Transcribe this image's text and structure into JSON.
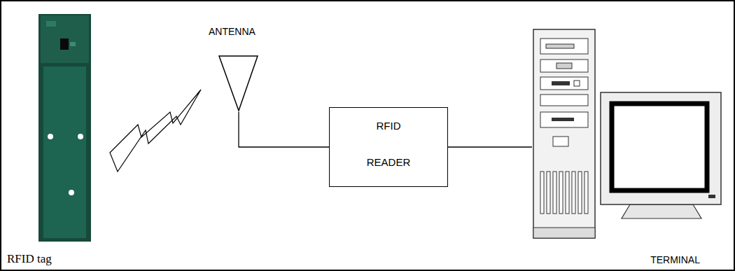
{
  "diagram": {
    "nodes": [
      {
        "text": [
          "RFID tag"
        ]
      },
      {
        "text": [
          "ANTENNA"
        ]
      },
      {
        "text": [
          "RFID READER"
        ]
      },
      {
        "text": [
          "TERMINAL"
        ]
      }
    ],
    "edges": [
      {
        "from": 1,
        "to": 2,
        "arrow": "none"
      },
      {
        "from": 2,
        "to": 3,
        "arrow": "none"
      }
    ]
  }
}
